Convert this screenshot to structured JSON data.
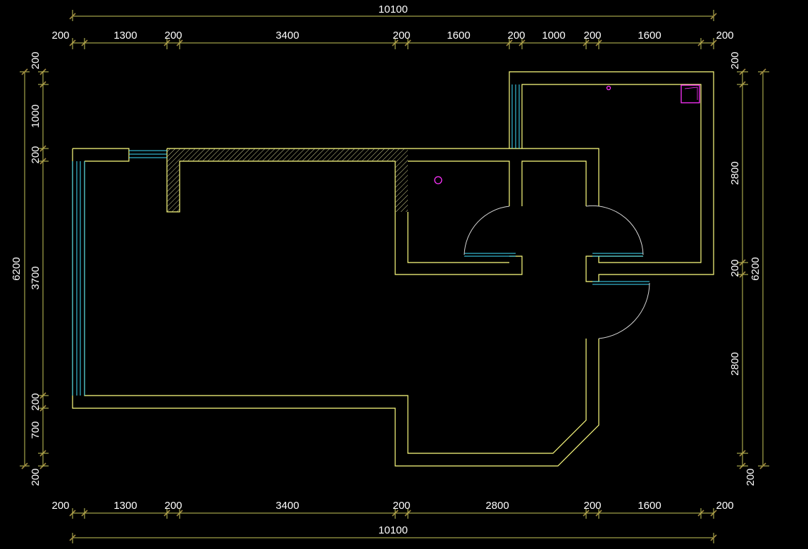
{
  "drawing": {
    "colors": {
      "background": "#000000",
      "wall": "#ffff80",
      "window": "#40e0ff",
      "dimension": "#c8c85a",
      "tick": "#a08a40",
      "fixture": "#ff33ff",
      "door_arc": "#d8d8d8"
    },
    "dimensions": {
      "top_total": "10100",
      "top_segments": [
        "200",
        "1300",
        "200",
        "3400",
        "200",
        "1600",
        "200",
        "1000",
        "200",
        "1600",
        "200"
      ],
      "bottom_segments": [
        "200",
        "1300",
        "200",
        "3400",
        "200",
        "2800",
        "200",
        "1600",
        "200"
      ],
      "bottom_total": "10100",
      "left_total": "6200",
      "left_segments": [
        "200",
        "1000",
        "200",
        "3700",
        "200",
        "700",
        "200"
      ],
      "right_total": "6200",
      "right_segments": [
        "200",
        "2800",
        "200",
        "2800",
        "200"
      ]
    }
  }
}
